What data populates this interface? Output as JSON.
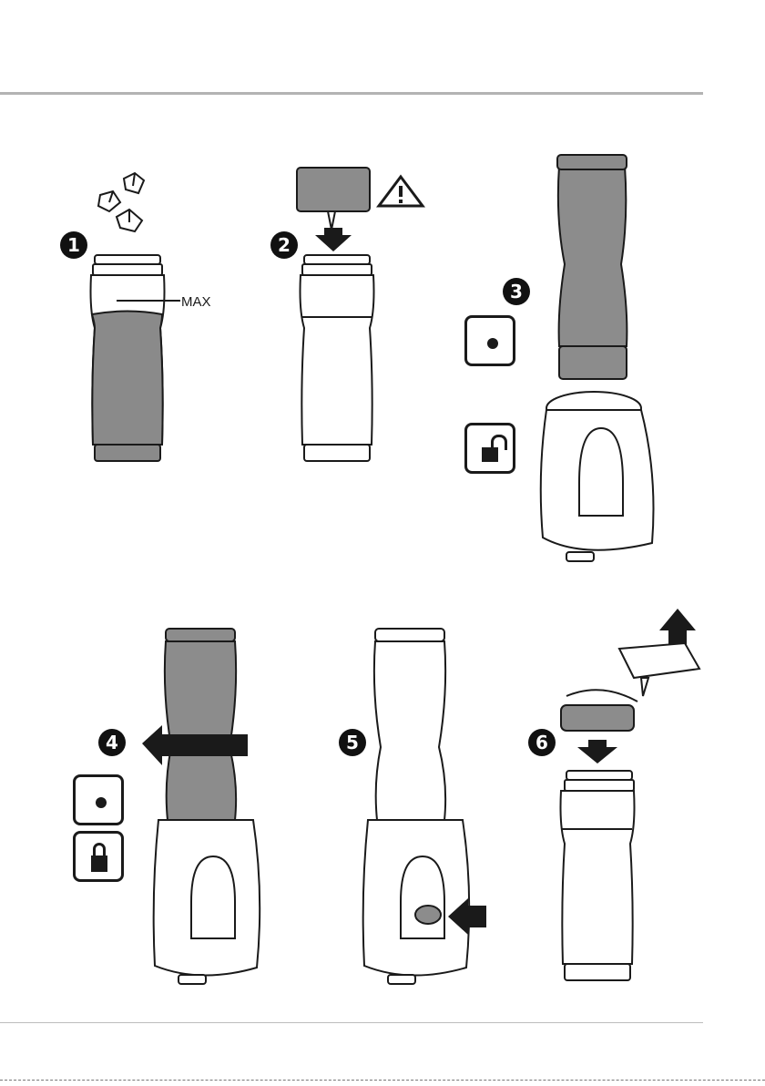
{
  "steps": [
    {
      "number": "1",
      "max_label": "MAX",
      "icons": [
        "ice-cubes-icon"
      ]
    },
    {
      "number": "2",
      "icons": [
        "blade-assembly",
        "warning-icon",
        "down-arrow-icon"
      ]
    },
    {
      "number": "3",
      "icons": [
        "dot-indicator-icon",
        "unlocked-padlock-icon"
      ]
    },
    {
      "number": "4",
      "icons": [
        "dot-indicator-icon",
        "locked-padlock-icon",
        "rotate-left-arrow-icon"
      ]
    },
    {
      "number": "5",
      "icons": [
        "push-button-arrow-icon"
      ]
    },
    {
      "number": "6",
      "icons": [
        "lid-icon",
        "blade-removal-arrow-icon",
        "down-arrow-icon"
      ]
    }
  ],
  "colors": {
    "bottle_fill": "#8c8c8c",
    "liquid_fill": "#8a8a8a",
    "outline": "#1a1a1a",
    "rule": "#b3b3b3"
  }
}
